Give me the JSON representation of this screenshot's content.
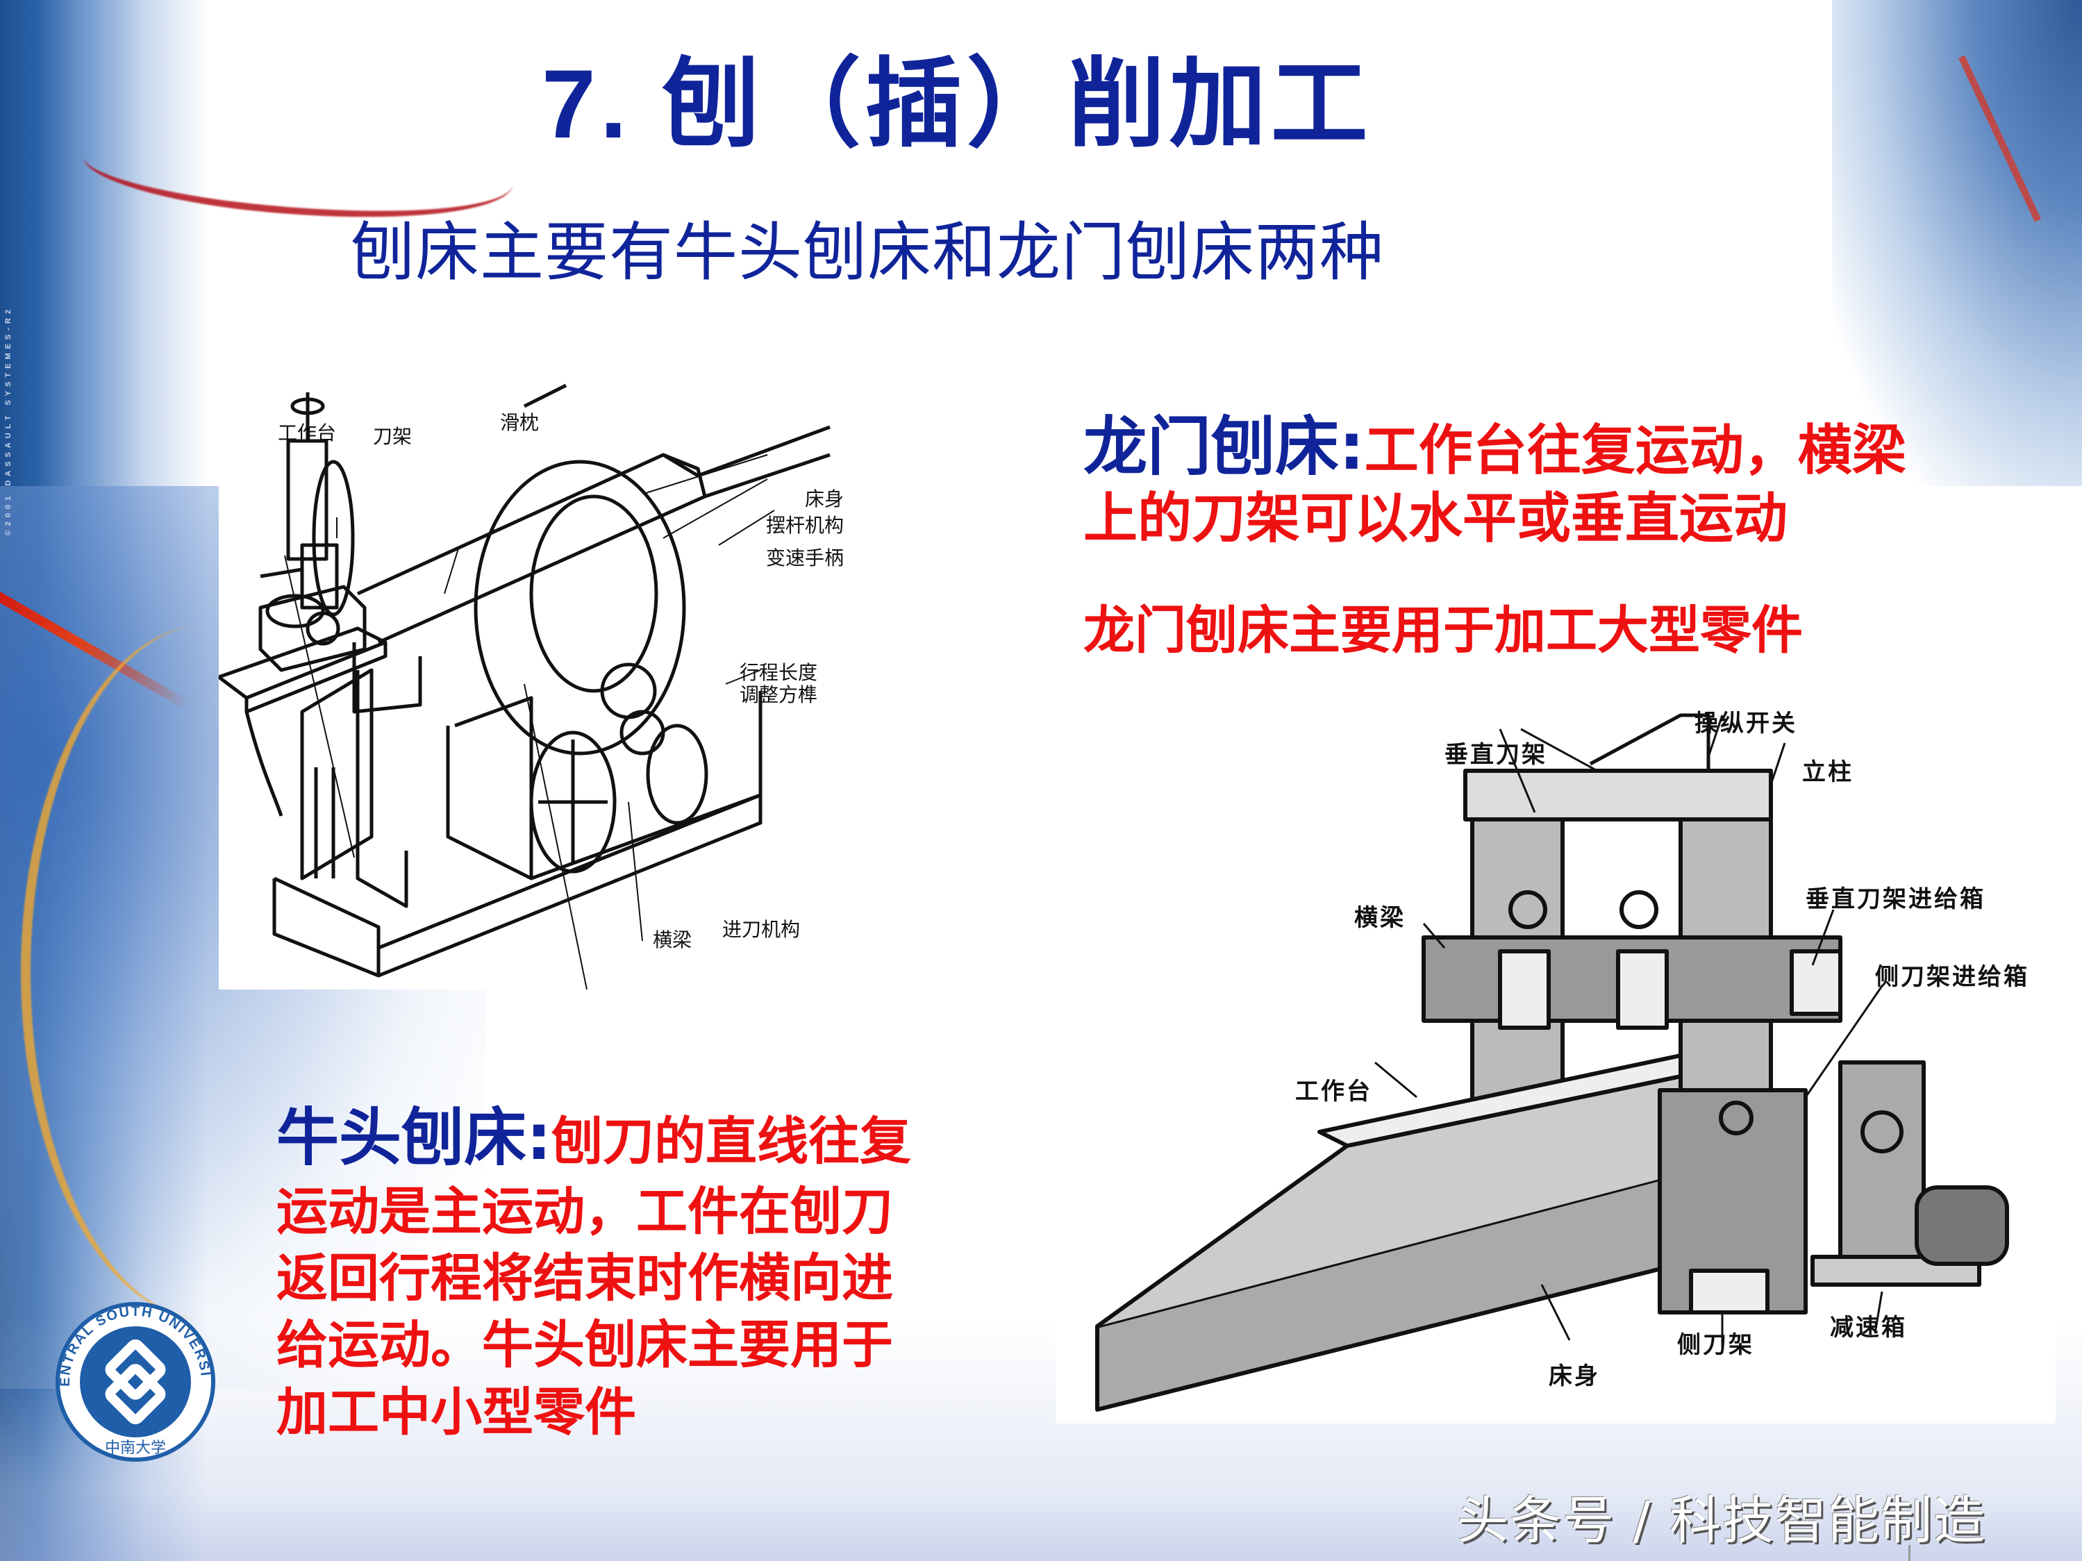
{
  "slide": {
    "title": "7. 刨（插）削加工",
    "subtitle": "刨床主要有牛头刨床和龙门刨床两种",
    "background_credit": "©2001 DASSAULT SYSTEMES-R2",
    "colors": {
      "title_blue": "#10249a",
      "emphasis_red": "#ee1111",
      "band_blue": "#2a62a8",
      "accent_gold": "#f0a830"
    }
  },
  "shaper_figure": {
    "labels": {
      "workbench": "工作台",
      "tool_holder": "刀架",
      "ram": "滑枕",
      "bed": "床身",
      "rocker_mechanism": "摆杆机构",
      "speed_lever": "变速手柄",
      "stroke_adjust_line1": "行程长度",
      "stroke_adjust_line2": "调整方榫",
      "crossbeam": "横梁",
      "feed_mechanism": "进刀机构"
    }
  },
  "planer_figure": {
    "labels": {
      "vertical_tool_holder": "垂直刀架",
      "control_switch": "操纵开关",
      "column": "立柱",
      "crossbeam": "横梁",
      "vertical_feed_box": "垂直刀架进给箱",
      "side_feed_box": "侧刀架进给箱",
      "workbench": "工作台",
      "side_tool_holder": "侧刀架",
      "reducer": "减速箱",
      "bed": "床身"
    }
  },
  "gantry_planer_text": {
    "heading": "龙门刨床:",
    "line1_rest": "工作台往复运动，横梁",
    "line2": "上的刀架可以水平或垂直运动",
    "line3": "龙门刨床主要用于加工大型零件"
  },
  "shaper_text": {
    "heading": "牛头刨床:",
    "line1_rest": "刨刀的直线往复",
    "line2": "运动是主运动，工件在刨刀",
    "line3": "返回行程将结束时作横向进",
    "line4": "给运动。牛头刨床主要用于",
    "line5": "加工中小型零件"
  },
  "logo": {
    "ring_text": "CENTRAL SOUTH UNIVERSITY",
    "chinese_text": "中南大学"
  },
  "watermark": {
    "text": "头条号 / 科技智能制造"
  }
}
